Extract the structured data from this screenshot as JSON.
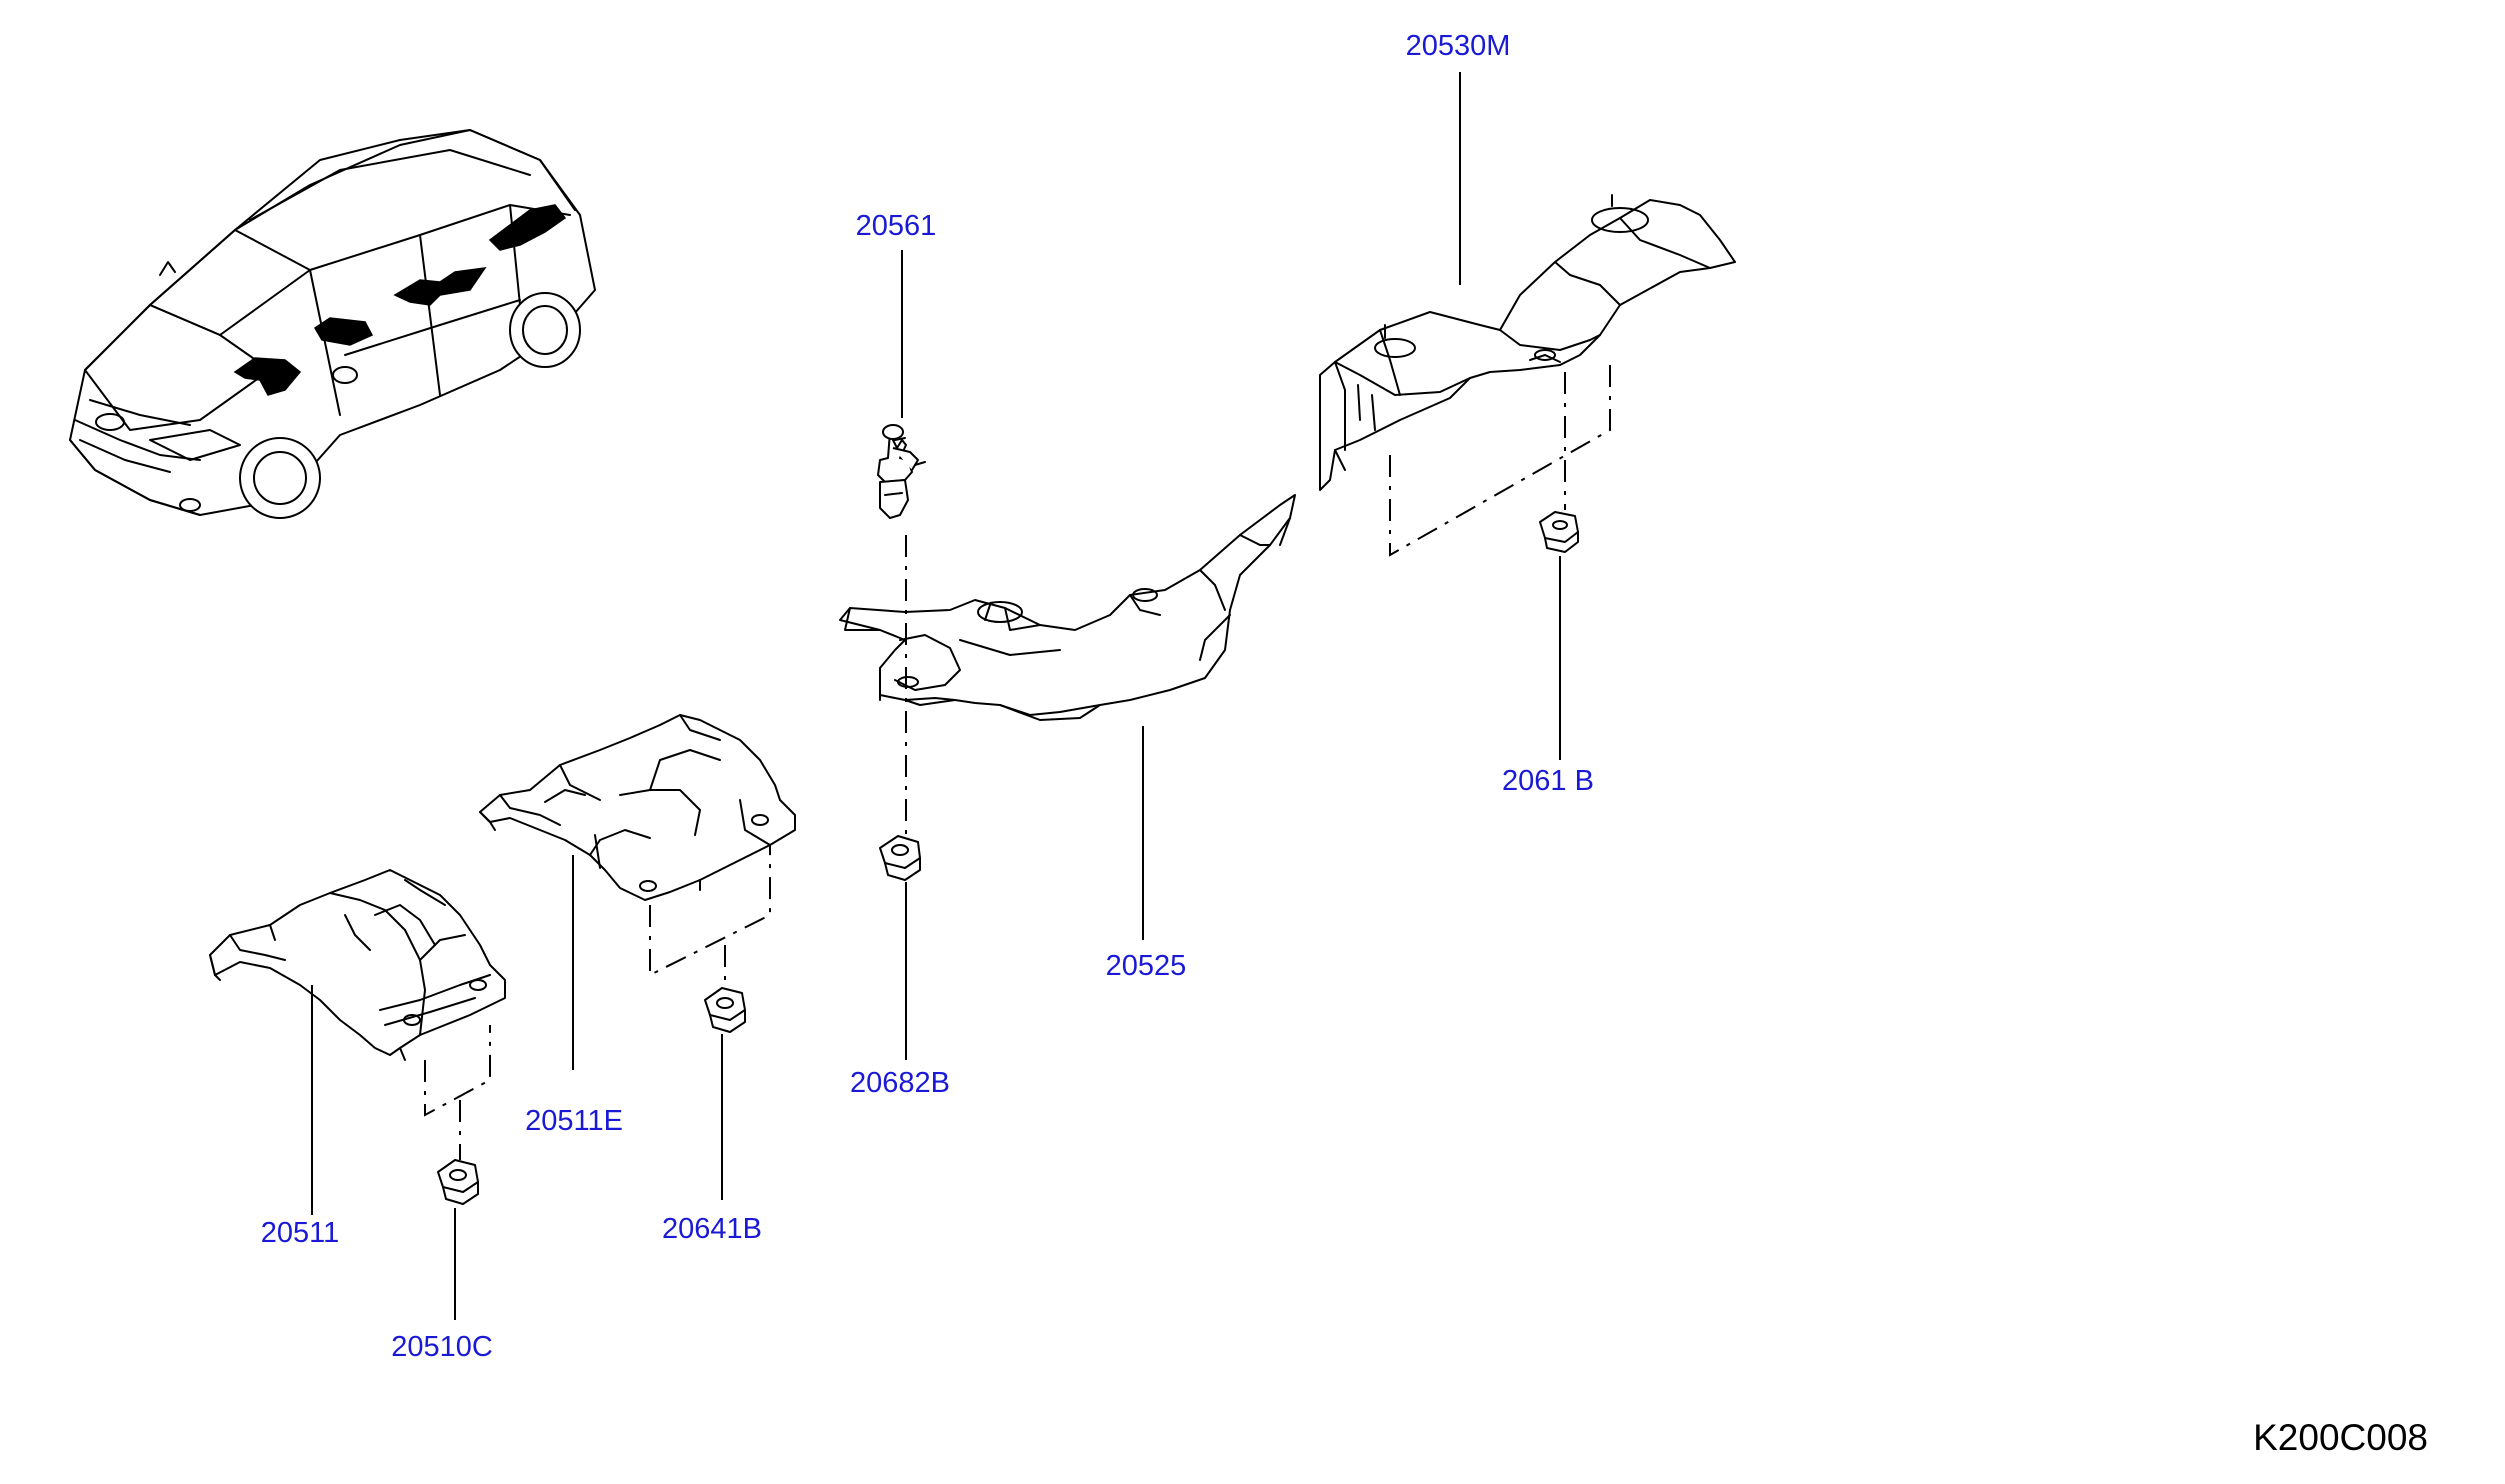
{
  "diagram_code": "K200C008",
  "colors": {
    "label": "#1a1ad6",
    "line": "#000000",
    "background": "#ffffff"
  },
  "parts": [
    {
      "id": "p20530M",
      "number": "20530M"
    },
    {
      "id": "p20561",
      "number": "20561"
    },
    {
      "id": "p20525",
      "number": "20525"
    },
    {
      "id": "p20682B",
      "number": "20682B"
    },
    {
      "id": "p20511E",
      "number": "20511E"
    },
    {
      "id": "p20641B",
      "number": "20641B"
    },
    {
      "id": "p20511",
      "number": "20511"
    },
    {
      "id": "p20510C",
      "number": "20510C"
    },
    {
      "id": "pPartial",
      "number": "2061 B"
    }
  ]
}
